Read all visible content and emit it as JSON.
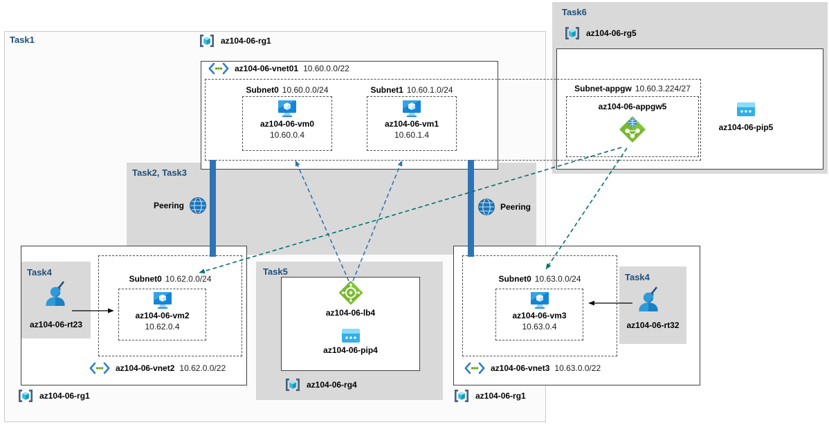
{
  "colors": {
    "task_label": "#1f4e79",
    "gray_region": "#d9d9d9",
    "peering_bar": "#2e74b5",
    "arrow_loadbalancer": "#2e74b5",
    "arrow_appgateway": "#00716b",
    "arrow_plain": "#000000",
    "azure_blue": "#1285d8",
    "azure_green": "#77b92b",
    "azure_cyan": "#32bde0"
  },
  "icons": {
    "resource-group-icon": "cyan cube inside brackets",
    "vnet-icon": "blue angle brackets with green dots",
    "vm-icon": "blue monitor with white cube",
    "load-balancer-icon": "green diamond with white circle",
    "app-gateway-icon": "green diamond with blue globe",
    "public-ip-icon": "blue chip with three dots",
    "user-arrow-icon": "blue person with dark arrow",
    "globe-icon": "blue globe with meridians"
  },
  "tasks": {
    "task1": "Task1",
    "task23": "Task2, Task3",
    "task4_left": "Task4",
    "task4_right": "Task4",
    "task5": "Task5",
    "task6": "Task6"
  },
  "resource_groups": {
    "rg1_top": "az104-06-rg1",
    "rg1_bottom_left": "az104-06-rg1",
    "rg1_bottom_right": "az104-06-rg1",
    "rg4": "az104-06-rg4",
    "rg5": "az104-06-rg5"
  },
  "vnet01": {
    "name": "az104-06-vnet01",
    "cidr": "10.60.0.0/22",
    "subnet0": {
      "name": "Subnet0",
      "cidr": "10.60.0.0/24"
    },
    "subnet1": {
      "name": "Subnet1",
      "cidr": "10.60.1.0/24"
    },
    "subnet_appgw": {
      "name": "Subnet-appgw",
      "cidr": "10.60.3.224/27"
    }
  },
  "vnet2": {
    "name": "az104-06-vnet2",
    "cidr": "10.62.0.0/22",
    "subnet0": {
      "name": "Subnet0",
      "cidr": "10.62.0.0/24"
    }
  },
  "vnet3": {
    "name": "az104-06-vnet3",
    "cidr": "10.63.0.0/22",
    "subnet0": {
      "name": "Subnet0",
      "cidr": "10.63.0.0/24"
    }
  },
  "vms": {
    "vm0": {
      "name": "az104-06-vm0",
      "ip": "10.60.0.4"
    },
    "vm1": {
      "name": "az104-06-vm1",
      "ip": "10.60.1.4"
    },
    "vm2": {
      "name": "az104-06-vm2",
      "ip": "10.62.0.4"
    },
    "vm3": {
      "name": "az104-06-vm3",
      "ip": "10.63.0.4"
    }
  },
  "appgw5": {
    "name": "az104-06-appgw5"
  },
  "pip5": {
    "name": "az104-06-pip5"
  },
  "lb4": {
    "name": "az104-06-lb4"
  },
  "pip4": {
    "name": "az104-06-pip4"
  },
  "rt23": {
    "name": "az104-06-rt23"
  },
  "rt32": {
    "name": "az104-06-rt32"
  },
  "peering": {
    "left": "Peering",
    "right": "Peering"
  }
}
